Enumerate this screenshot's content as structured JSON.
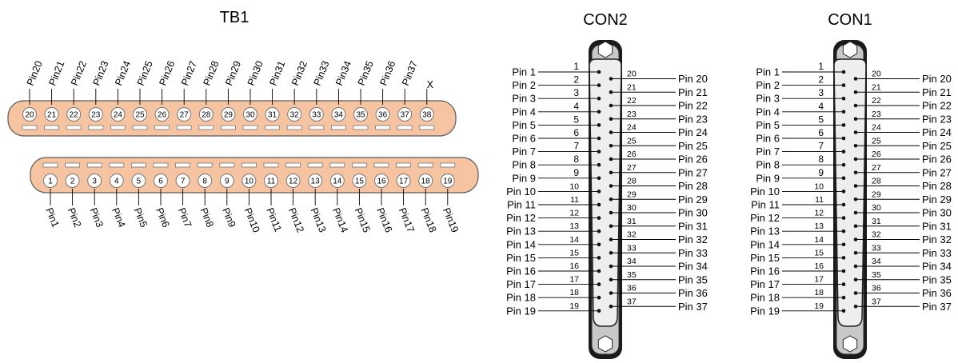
{
  "tb1": {
    "title": "TB1",
    "top_labels": [
      "Pin20",
      "Pin21",
      "Pin22",
      "Pin23",
      "Pin24",
      "Pin25",
      "Pin26",
      "Pin27",
      "Pin28",
      "Pin29",
      "Pin30",
      "Pin31",
      "Pin32",
      "Pin33",
      "Pin34",
      "Pin35",
      "Pin36",
      "Pin37",
      "X"
    ],
    "top_numbers": [
      "20",
      "21",
      "22",
      "23",
      "24",
      "25",
      "26",
      "27",
      "28",
      "29",
      "30",
      "31",
      "32",
      "33",
      "34",
      "35",
      "36",
      "37",
      "38"
    ],
    "bottom_numbers": [
      "1",
      "2",
      "3",
      "4",
      "5",
      "6",
      "7",
      "8",
      "9",
      "10",
      "11",
      "12",
      "13",
      "14",
      "15",
      "16",
      "17",
      "18",
      "19"
    ],
    "bottom_labels": [
      "Pin1",
      "Pin2",
      "Pin3",
      "Pin4",
      "Pin5",
      "Pin6",
      "Pin7",
      "Pin8",
      "Pin9",
      "Pin10",
      "Pin11",
      "Pin12",
      "Pin13",
      "Pin14",
      "Pin15",
      "Pin16",
      "Pin17",
      "Pin18",
      "Pin19"
    ],
    "fill_color": "#f6c4a0"
  },
  "connectors": [
    {
      "title": "CON2",
      "left_labels": [
        "Pin 1",
        "Pin 2",
        "Pin 3",
        "Pin 4",
        "Pin 5",
        "Pin 6",
        "Pin 7",
        "Pin 8",
        "Pin 9",
        "Pin 10",
        "Pin 11",
        "Pin 12",
        "Pin 13",
        "Pin 14",
        "Pin 15",
        "Pin 16",
        "Pin 17",
        "Pin 18",
        "Pin 19"
      ],
      "left_numbers": [
        "1",
        "2",
        "3",
        "4",
        "5",
        "6",
        "7",
        "8",
        "9",
        "10",
        "11",
        "12",
        "13",
        "14",
        "15",
        "16",
        "17",
        "18",
        "19"
      ],
      "right_numbers": [
        "20",
        "21",
        "22",
        "23",
        "24",
        "25",
        "26",
        "27",
        "28",
        "29",
        "30",
        "31",
        "32",
        "33",
        "34",
        "35",
        "36",
        "37"
      ],
      "right_labels": [
        "Pin 20",
        "Pin 21",
        "Pin 22",
        "Pin 23",
        "Pin 24",
        "Pin 25",
        "Pin 26",
        "Pin 27",
        "Pin 28",
        "Pin 29",
        "Pin 30",
        "Pin 31",
        "Pin 32",
        "Pin 33",
        "Pin 34",
        "Pin 35",
        "Pin 36",
        "Pin 37"
      ]
    },
    {
      "title": "CON1",
      "left_labels": [
        "Pin 1",
        "Pin 2",
        "Pin 3",
        "Pin 4",
        "Pin 5",
        "Pin 6",
        "Pin 7",
        "Pin 8",
        "Pin 9",
        "Pin 10",
        "Pin 11",
        "Pin 12",
        "Pin 13",
        "Pin 14",
        "Pin 15",
        "Pin 16",
        "Pin 17",
        "Pin 18",
        "Pin 19"
      ],
      "left_numbers": [
        "1",
        "2",
        "3",
        "4",
        "5",
        "6",
        "7",
        "8",
        "9",
        "10",
        "11",
        "12",
        "13",
        "14",
        "15",
        "16",
        "17",
        "18",
        "19"
      ],
      "right_numbers": [
        "20",
        "21",
        "22",
        "23",
        "24",
        "25",
        "26",
        "27",
        "28",
        "29",
        "30",
        "31",
        "32",
        "33",
        "34",
        "35",
        "36",
        "37"
      ],
      "right_labels": [
        "Pin 20",
        "Pin 21",
        "Pin 22",
        "Pin 23",
        "Pin 24",
        "Pin 25",
        "Pin 26",
        "Pin 27",
        "Pin 28",
        "Pin 29",
        "Pin 30",
        "Pin 31",
        "Pin 32",
        "Pin 33",
        "Pin 34",
        "Pin 35",
        "Pin 36",
        "Pin 37"
      ]
    }
  ]
}
